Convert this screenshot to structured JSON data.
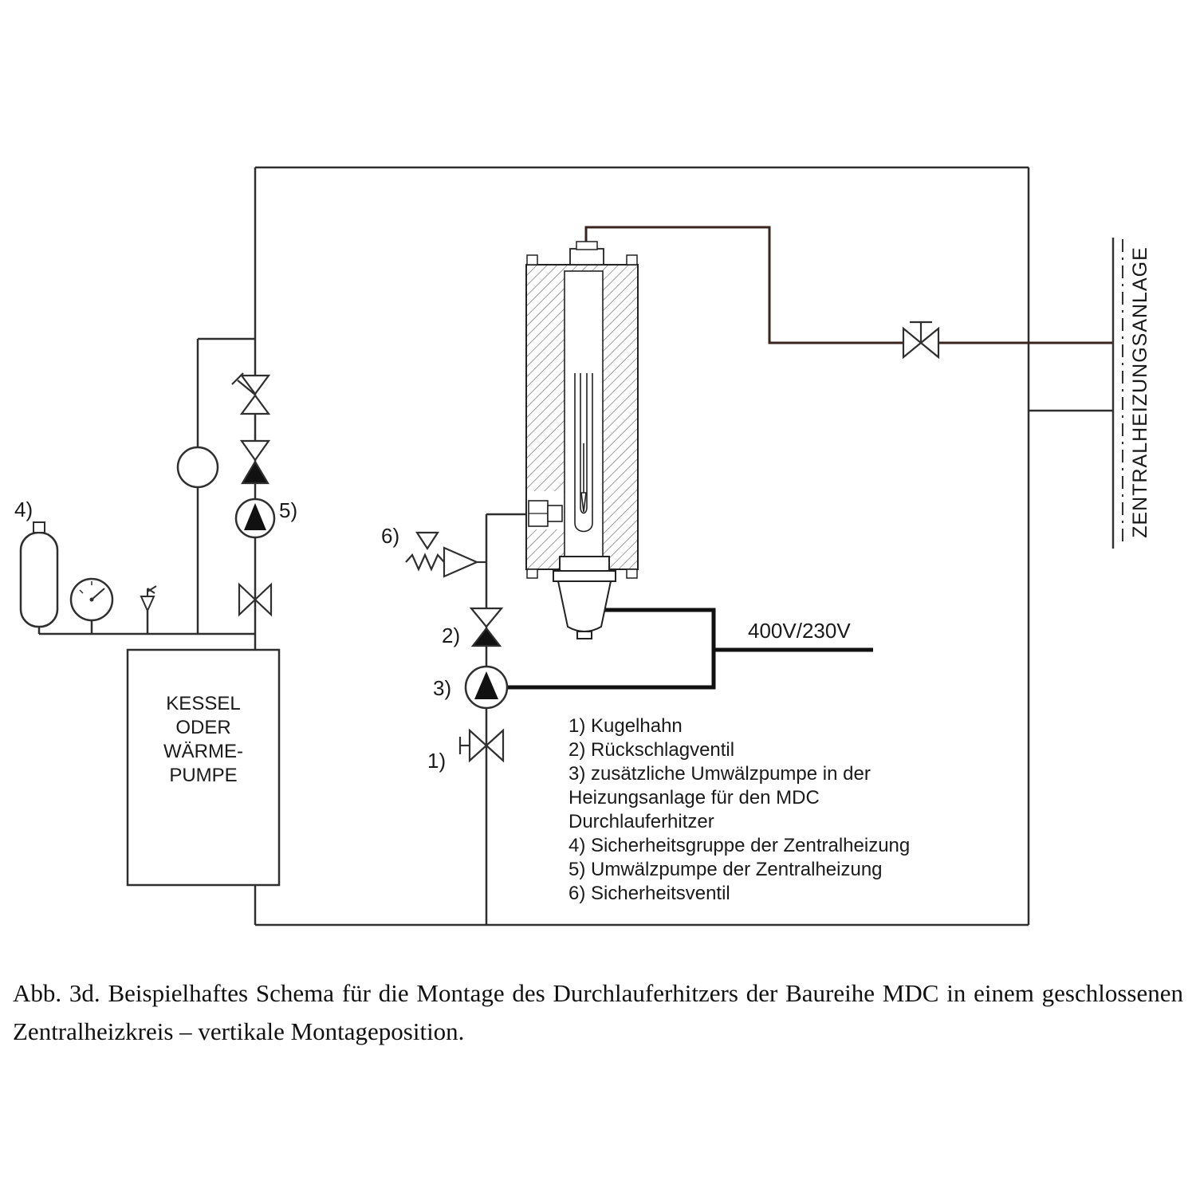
{
  "colors": {
    "pipe_line": "#2f2f2f",
    "supply_line": "#3a241d",
    "electric_line": "#111111",
    "text": "#1a1a1a"
  },
  "diagram": {
    "boiler": {
      "lines": [
        "KESSEL",
        "ODER",
        "WÄRME-",
        "PUMPE"
      ]
    },
    "wall_label": "ZENTRALHEIZUNGSANLAGE",
    "power_label": "400V/230V",
    "callouts": {
      "c1": "1)",
      "c2": "2)",
      "c3": "3)",
      "c4": "4)",
      "c5": "5)",
      "c6": "6)"
    },
    "legend": [
      "1) Kugelhahn",
      "2) Rückschlagventil",
      "3) zusätzliche Umwälzpumpe in der",
      "Heizungsanlage für den MDC",
      "Durchlauferhitzer",
      "4) Sicherheitsgruppe der Zentralheizung",
      "5) Umwälzpumpe der Zentralheizung",
      "6) Sicherheitsventil"
    ]
  },
  "caption": "Abb. 3d. Beispielhaftes Schema für die Montage des Durchlauferhitzers der Baureihe MDC in einem geschlossenen Zentralheizkreis – vertikale Montageposition."
}
